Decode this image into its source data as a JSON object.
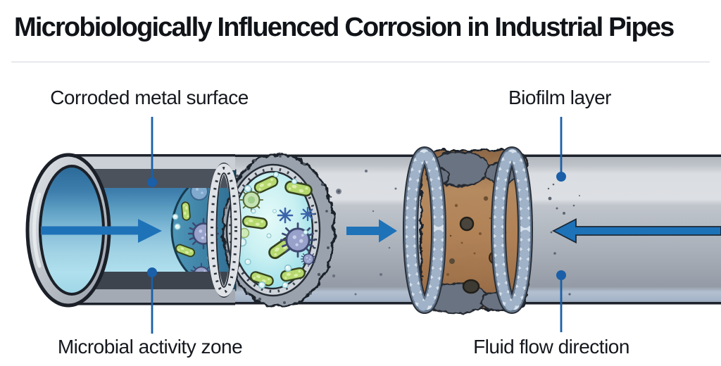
{
  "title": "Microbiologically Influenced Corrosion in Industrial Pipes",
  "callouts": {
    "corroded_metal_surface": "Corroded metal surface",
    "biofilm_layer": "Biofilm layer",
    "microbial_activity_zone": "Microbial activity zone",
    "fluid_flow_direction": "Fluid flow direction"
  },
  "diagram": {
    "sections": [
      "open pipe end",
      "flowing fluid with arrow",
      "microbial activity zone under cutaway",
      "biofilm cross-section disk with microbes",
      "clean pipe section",
      "corroded biofilm band with weld rings",
      "downstream pipe section"
    ],
    "flow_arrows": [
      {
        "location": "fluid cutaway",
        "direction": "right"
      },
      {
        "location": "mid pipe",
        "direction": "right"
      },
      {
        "location": "right pipe",
        "direction": "left"
      }
    ]
  },
  "colors": {
    "accent": "#1a5fa8",
    "arrow": "#1e72b8",
    "text": "#15181e",
    "title": "#101318",
    "divider": "#e8e9ec",
    "pipe_metal": "#c3c9d0",
    "fluid_blue": "#5ba3cc",
    "zone_blue": "#4186ad",
    "zone_cyan": "#c9f0f2",
    "microbe_green": "#b6d96f",
    "microbe_purple": "#97a1ca",
    "rust_brown": "#ab7c52",
    "biofilm_gray": "#9aa3ad"
  }
}
